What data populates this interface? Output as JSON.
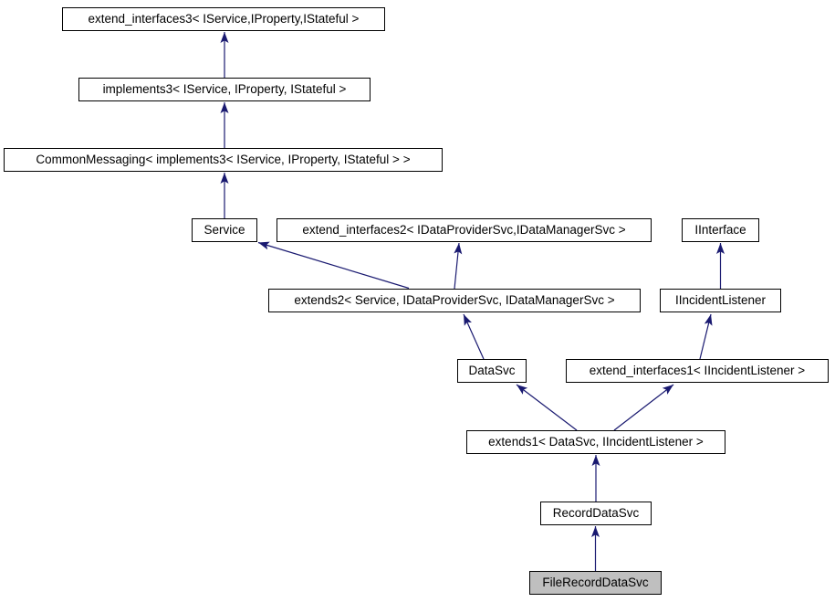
{
  "diagram": {
    "type": "class-inheritance-diagram",
    "highlighted_node": "FileRecordDataSvc",
    "colors": {
      "arrow": "#191970",
      "node_border": "#000000",
      "node_fill": "#ffffff",
      "highlight_fill": "#bfbfbf",
      "background": "#ffffff"
    },
    "nodes": [
      {
        "id": "extend_interfaces3",
        "label": "extend_interfaces3< IService,IProperty,IStateful >"
      },
      {
        "id": "implements3",
        "label": "implements3< IService, IProperty, IStateful >"
      },
      {
        "id": "CommonMessaging",
        "label": "CommonMessaging< implements3< IService, IProperty, IStateful > >"
      },
      {
        "id": "Service",
        "label": "Service"
      },
      {
        "id": "extend_interfaces2",
        "label": "extend_interfaces2< IDataProviderSvc,IDataManagerSvc >"
      },
      {
        "id": "IInterface",
        "label": "IInterface"
      },
      {
        "id": "extends2",
        "label": "extends2< Service, IDataProviderSvc, IDataManagerSvc >"
      },
      {
        "id": "IIncidentListener",
        "label": "IIncidentListener"
      },
      {
        "id": "DataSvc",
        "label": "DataSvc"
      },
      {
        "id": "extend_interfaces1",
        "label": "extend_interfaces1< IIncidentListener >"
      },
      {
        "id": "extends1",
        "label": "extends1< DataSvc, IIncidentListener >"
      },
      {
        "id": "RecordDataSvc",
        "label": "RecordDataSvc"
      },
      {
        "id": "FileRecordDataSvc",
        "label": "FileRecordDataSvc"
      }
    ],
    "edges": [
      {
        "from": "implements3",
        "to": "extend_interfaces3"
      },
      {
        "from": "CommonMessaging",
        "to": "implements3"
      },
      {
        "from": "Service",
        "to": "CommonMessaging"
      },
      {
        "from": "extends2",
        "to": "Service"
      },
      {
        "from": "extends2",
        "to": "extend_interfaces2"
      },
      {
        "from": "IIncidentListener",
        "to": "IInterface"
      },
      {
        "from": "DataSvc",
        "to": "extends2"
      },
      {
        "from": "extend_interfaces1",
        "to": "IIncidentListener"
      },
      {
        "from": "extends1",
        "to": "DataSvc"
      },
      {
        "from": "extends1",
        "to": "extend_interfaces1"
      },
      {
        "from": "RecordDataSvc",
        "to": "extends1"
      },
      {
        "from": "FileRecordDataSvc",
        "to": "RecordDataSvc"
      }
    ]
  }
}
